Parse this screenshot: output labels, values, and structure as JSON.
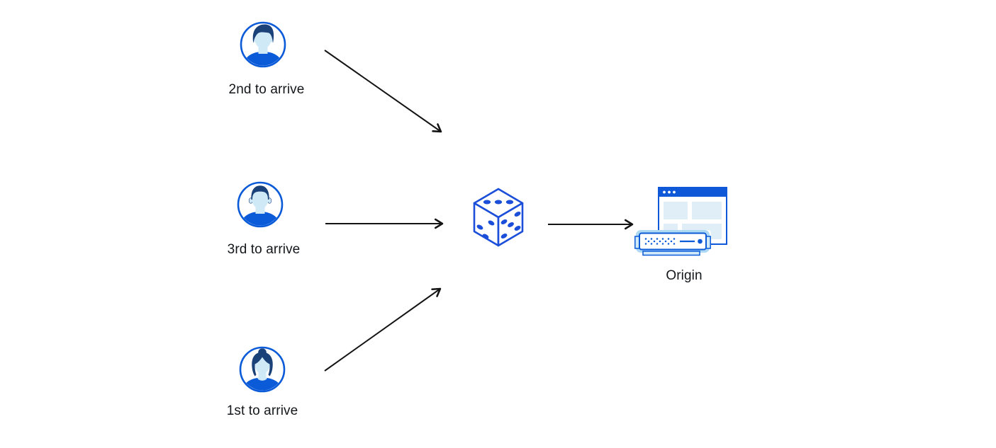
{
  "diagram": {
    "nodes": [
      {
        "id": "user-2nd",
        "label": "2nd to arrive",
        "icon": "male-avatar-icon"
      },
      {
        "id": "user-3rd",
        "label": "3rd to arrive",
        "icon": "male-avatar-icon"
      },
      {
        "id": "user-1st",
        "label": "1st to arrive",
        "icon": "female-avatar-icon"
      },
      {
        "id": "dice",
        "label": "",
        "icon": "dice-icon"
      },
      {
        "id": "origin",
        "label": "Origin",
        "icon": "origin-server-icon"
      }
    ],
    "edges": [
      {
        "from": "user-2nd",
        "to": "dice"
      },
      {
        "from": "user-3rd",
        "to": "dice"
      },
      {
        "from": "user-1st",
        "to": "dice"
      },
      {
        "from": "dice",
        "to": "origin"
      }
    ],
    "colors": {
      "primary_blue": "#0b5bd9",
      "dice_blue": "#1b4fd9",
      "hair_navy": "#1b4179",
      "skin_pale_blue": "#cfe9f7",
      "panel_pale_blue": "#dfeef7",
      "window_header_blue": "#0f58d8",
      "arrow_black": "#141414",
      "text_black": "#14171a",
      "background": "#ffffff"
    }
  }
}
